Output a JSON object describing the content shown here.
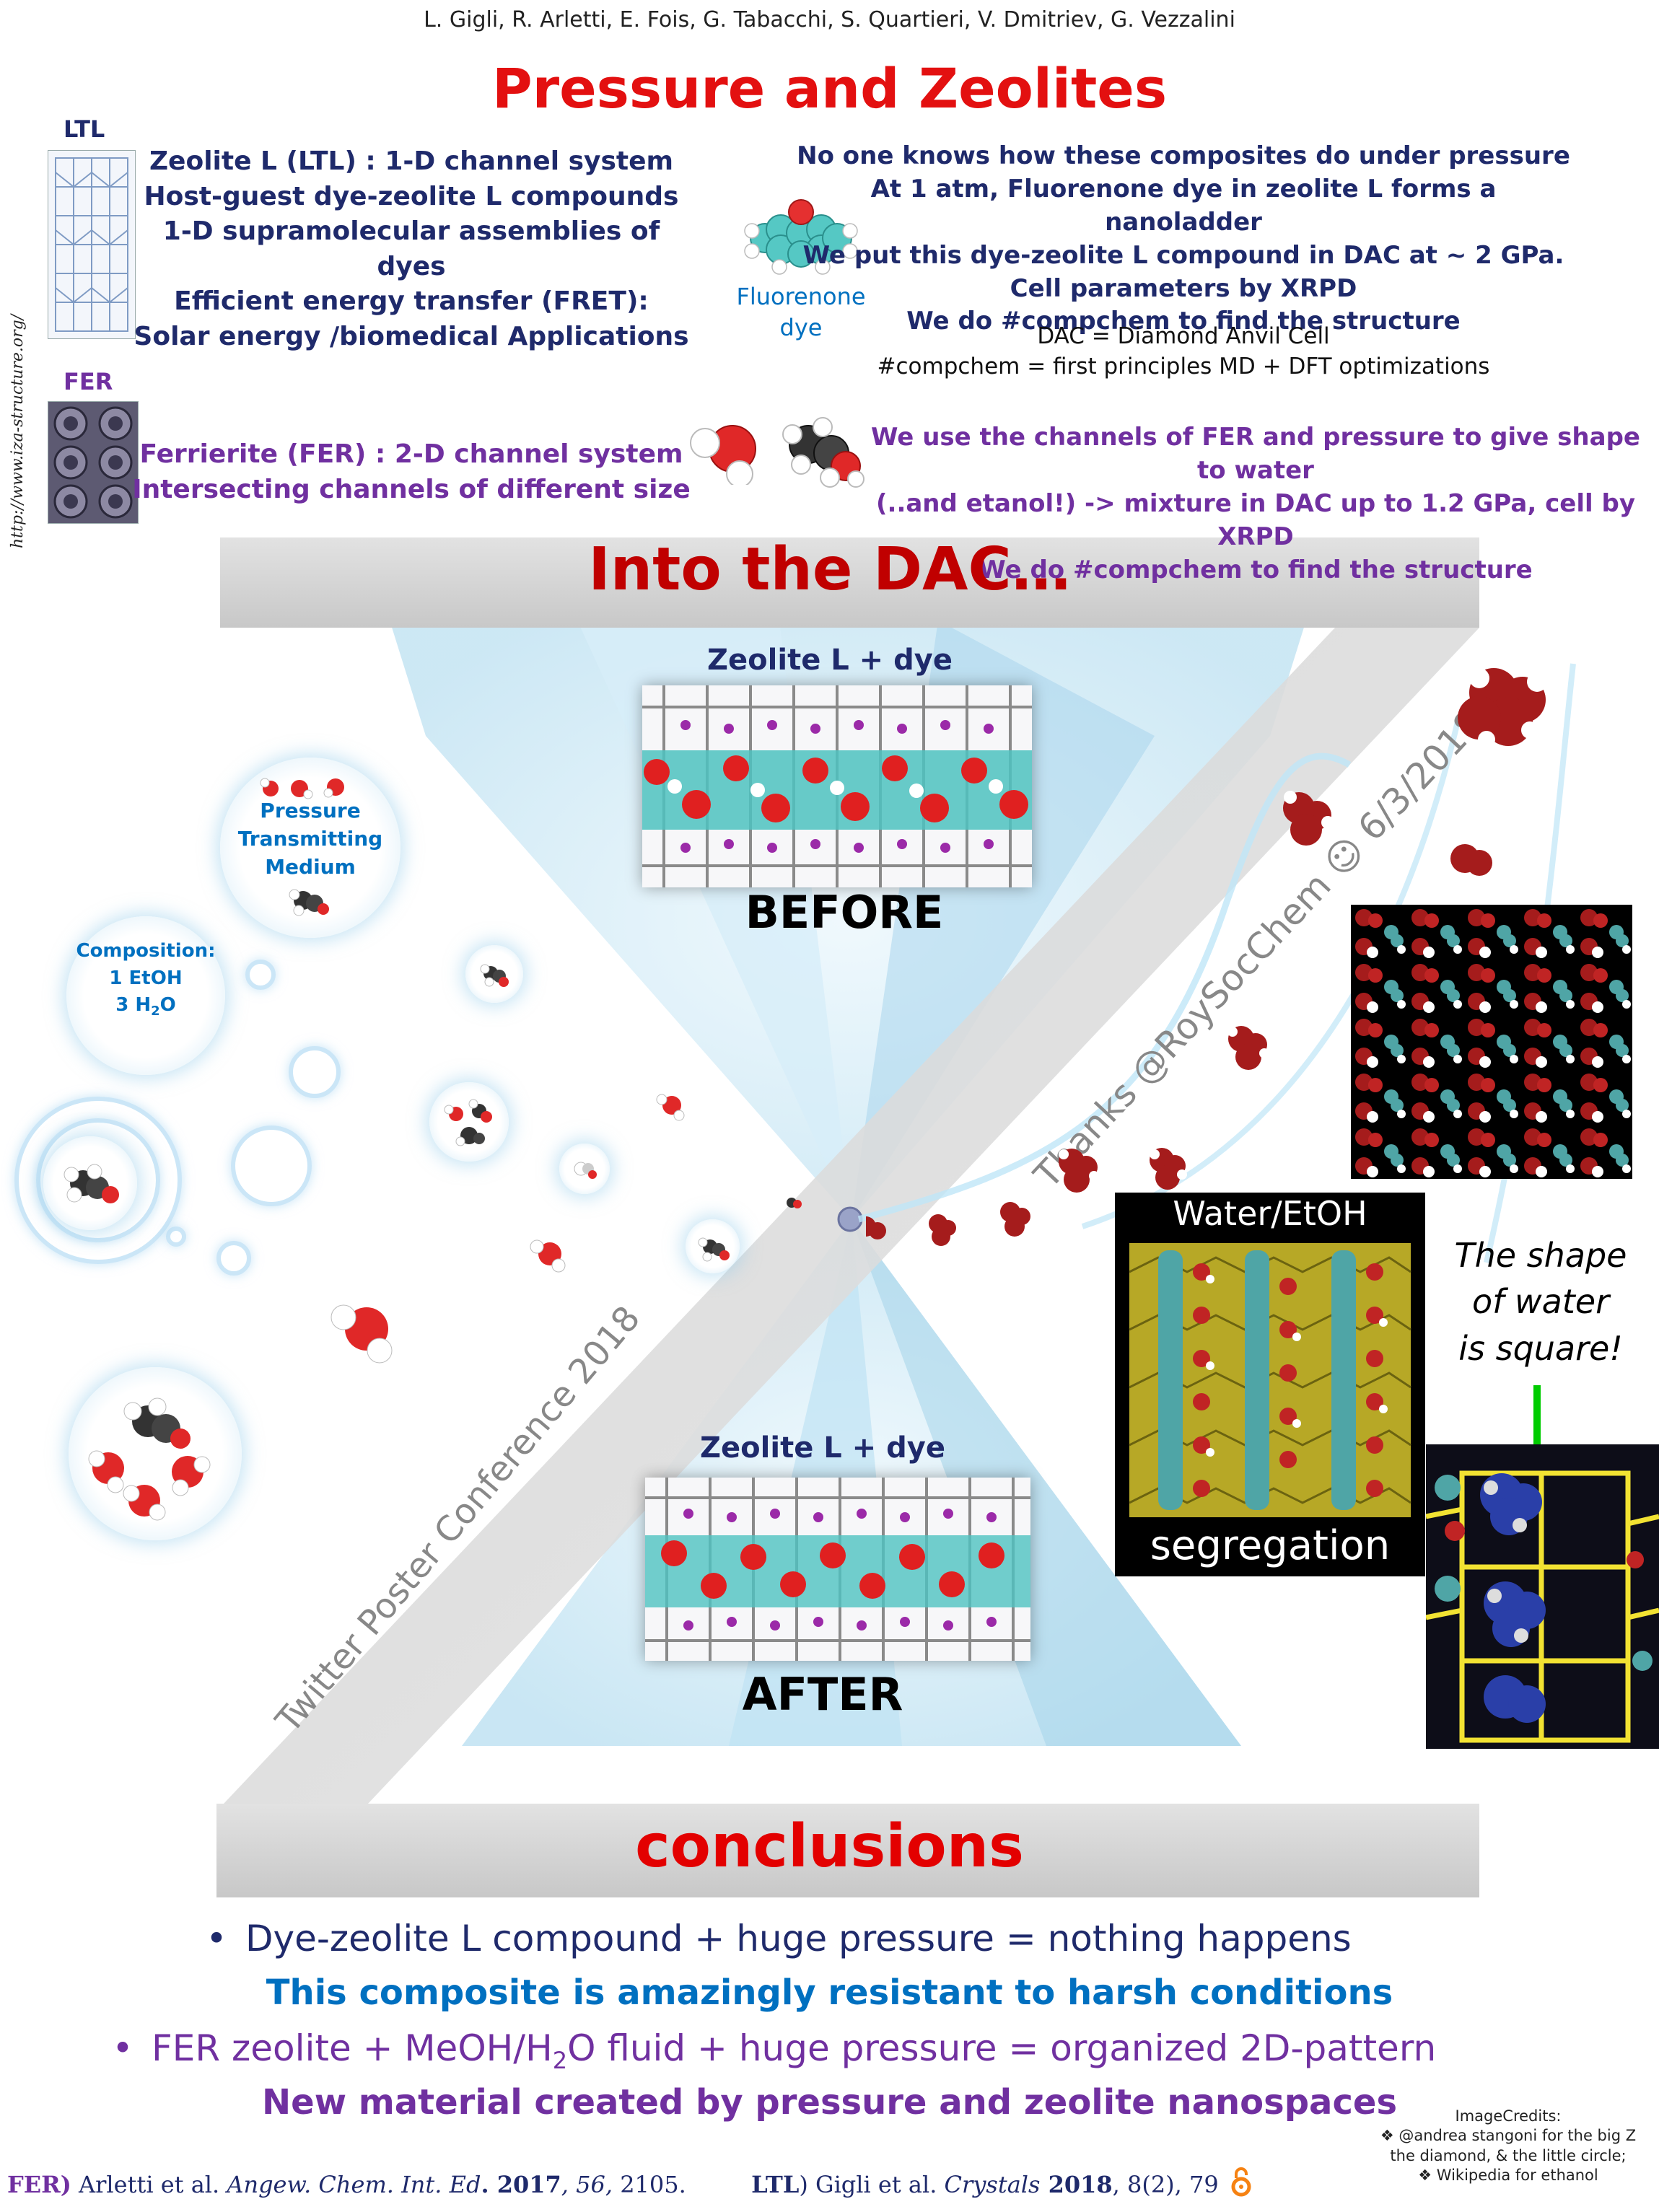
{
  "header": {
    "authors": "L. Gigli, R. Arletti, E. Fois, G. Tabacchi, S. Quartieri, V. Dmitriev, G. Vezzalini",
    "title": "Pressure and Zeolites"
  },
  "ltl": {
    "label": "LTL",
    "lines": [
      "Zeolite L (LTL) : 1-D channel system",
      "Host-guest dye-zeolite L compounds",
      "1-D supramolecular assemblies of dyes",
      "Efficient energy transfer (FRET):",
      "Solar energy /biomedical Applications"
    ]
  },
  "fer": {
    "label": "FER",
    "lines": [
      "Ferrierite (FER) : 2-D channel system",
      "Intersecting channels of  different  size"
    ]
  },
  "iza_url": "http://www.iza-structure.org/",
  "fluorenone": {
    "line1": "Fluorenone",
    "line2": "dye"
  },
  "composite": {
    "lines": [
      "No one knows how these composites  do under pressure",
      "At 1 atm, Fluorenone dye in zeolite L forms a nanoladder",
      "We put this dye-zeolite L compound in DAC at  ~ 2 GPa.",
      "Cell parameters by XRPD",
      "We do #compchem to find the structure"
    ],
    "notes": [
      "DAC = Diamond Anvil Cell",
      "#compchem = first principles MD + DFT optimizations"
    ]
  },
  "fer_water": {
    "lines": [
      "We use the channels of FER and pressure to give shape to water",
      "(..and etanol!) -> mixture in DAC up to 1.2 GPa, cell by XRPD",
      "We do #compchem  to find the structure"
    ]
  },
  "dac": {
    "title": "Into the DAC…",
    "before_caption": "Zeolite L + dye",
    "before_label": "BEFORE",
    "after_caption": "Zeolite L + dye",
    "after_label": "AFTER",
    "thanks": "Thanks @RoySocChem ☺ 6/3/2018",
    "conference": "Twitter Poster Conference 2018"
  },
  "medium": {
    "bubble_lines": [
      "Pressure",
      "Transmitting",
      "Medium"
    ],
    "composition_title": "Composition:",
    "composition_etoh": "1 EtOH",
    "composition_water_pre": "3 H",
    "composition_water_sub": "2",
    "composition_water_post": "O"
  },
  "water_panel": {
    "title": "Water/EtOH",
    "label": "segregation",
    "shape_lines": [
      "The shape",
      "of water",
      "is square!"
    ]
  },
  "conclusions": {
    "title": "conclusions",
    "bullet1": "Dye-zeolite L compound + huge pressure = nothing happens",
    "bullet1_sub": "This composite is amazingly resistant to harsh conditions",
    "bullet2_pre": "FER zeolite + MeOH/H",
    "bullet2_sub": "2",
    "bullet2_post": "O fluid + huge pressure =  organized 2D-pattern",
    "bullet2_sub_line": "New material created by pressure and zeolite nanospaces"
  },
  "references": {
    "fer_tag": "FER)",
    "fer_authors": " Arletti et al. ",
    "fer_journal": "Angew. Chem. Int. Ed",
    "fer_year": ". 2017",
    "fer_vol": ", 56,",
    "fer_page": " 2105.",
    "ltl_tag": "LTL",
    "ltl_authors": ") Gigli et al. ",
    "ltl_journal": "Crystals",
    "ltl_year": " 2018",
    "ltl_vol": ", 8",
    "ltl_issue": "(2), 79"
  },
  "credits": {
    "title": "ImageCredits:",
    "line1": "❖  @andrea stangoni  for the  big Z",
    "line2": "the diamond, & the little circle;",
    "line3": "❖  Wikipedia  for ethanol"
  },
  "colors": {
    "title_red": "#e31010",
    "navy": "#1f2a6b",
    "purple": "#7030a0",
    "blue": "#0070c0",
    "band_gray": "#d6d6d6",
    "water_red": "#a01818"
  }
}
